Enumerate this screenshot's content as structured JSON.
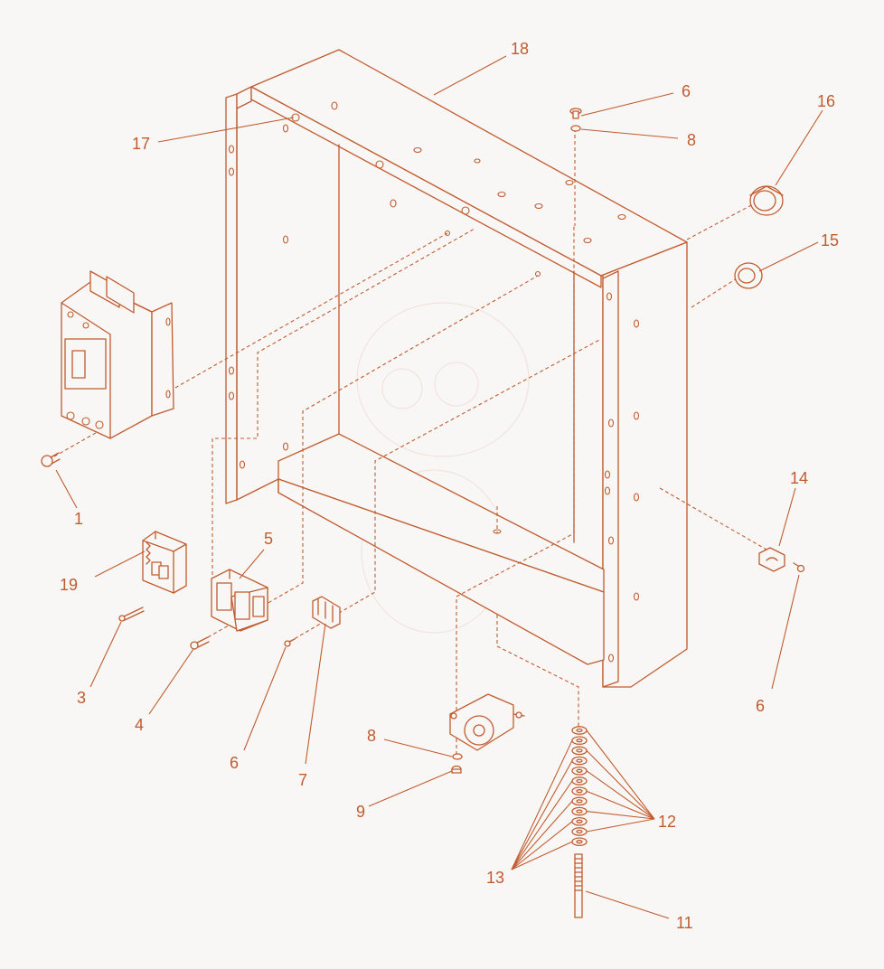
{
  "diagram": {
    "accent_color": "#c05c2e",
    "background_color": "#f9f7f6",
    "callouts": [
      {
        "id": "c1",
        "text": "1"
      },
      {
        "id": "c3",
        "text": "3"
      },
      {
        "id": "c4",
        "text": "4"
      },
      {
        "id": "c5",
        "text": "5"
      },
      {
        "id": "c6a",
        "text": "6"
      },
      {
        "id": "c6b",
        "text": "6"
      },
      {
        "id": "c6c",
        "text": "6"
      },
      {
        "id": "c7",
        "text": "7"
      },
      {
        "id": "c8a",
        "text": "8"
      },
      {
        "id": "c8b",
        "text": "8"
      },
      {
        "id": "c9",
        "text": "9"
      },
      {
        "id": "c11",
        "text": "11"
      },
      {
        "id": "c12",
        "text": "12"
      },
      {
        "id": "c13",
        "text": "13"
      },
      {
        "id": "c14",
        "text": "14"
      },
      {
        "id": "c15",
        "text": "15"
      },
      {
        "id": "c16",
        "text": "16"
      },
      {
        "id": "c17",
        "text": "17"
      },
      {
        "id": "c18",
        "text": "18"
      },
      {
        "id": "c19",
        "text": "19"
      }
    ]
  }
}
